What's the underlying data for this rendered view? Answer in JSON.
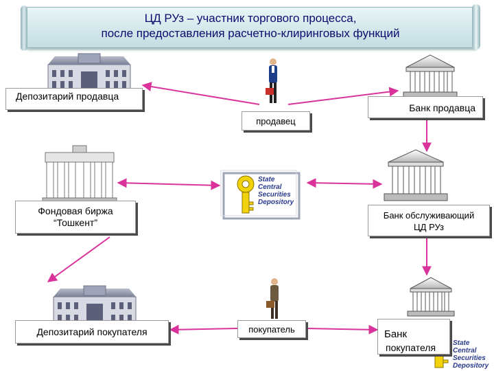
{
  "title": {
    "line1": "ЦД РУз – участник торгового процесса,",
    "line2": "после предоставления расчетно-клиринговых функций"
  },
  "nodes": {
    "seller_depository": "Депозитарий продавца",
    "seller": "продавец",
    "seller_bank": "Банк продавца",
    "exchange_line1": "Фондовая биржа",
    "exchange_line2": "“Тошкент”",
    "servicing_bank_line1": "Банк обслуживающий",
    "servicing_bank_line2": "ЦД РУз",
    "buyer_depository": "Депозитарий покупателя",
    "buyer": "покупатель",
    "buyer_bank_line1": "Банк",
    "buyer_bank_line2": "покупателя"
  },
  "logo": {
    "line1": "State",
    "line2": "Central",
    "line3": "Securities",
    "line4": "Depository"
  },
  "colors": {
    "arrow": "#d9329b",
    "title_text": "#0b0b6e",
    "logo_yellow": "#f2d20c"
  }
}
